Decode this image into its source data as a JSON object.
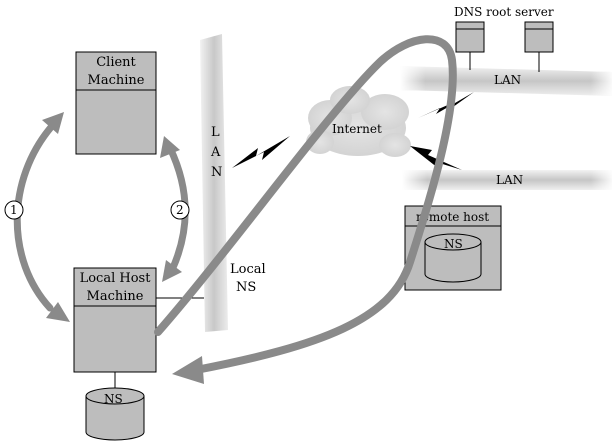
{
  "client": {
    "line1": "Client",
    "line2": "Machine"
  },
  "local_host": {
    "line1": "Local Host",
    "line2": "Machine"
  },
  "local_ns_db": {
    "label": "NS"
  },
  "lan_vertical": {
    "letters": [
      "L",
      "A",
      "N"
    ]
  },
  "local_ns": {
    "line1": "Local",
    "line2": "NS"
  },
  "internet": {
    "label": "Internet"
  },
  "dns_root": {
    "label": "DNS root server"
  },
  "lan_top": {
    "label": "LAN"
  },
  "lan_mid": {
    "label": "LAN"
  },
  "remote_host": {
    "label": "remote host",
    "ns_label": "NS"
  },
  "steps": {
    "one": "1",
    "two": "2"
  },
  "colors": {
    "box_fill": "#bdbdbd",
    "arrow": "#8a8a8a",
    "band_light": "#e0e0e0",
    "band_dark": "#c4c4c4",
    "cloud": "#d9d9d9"
  }
}
